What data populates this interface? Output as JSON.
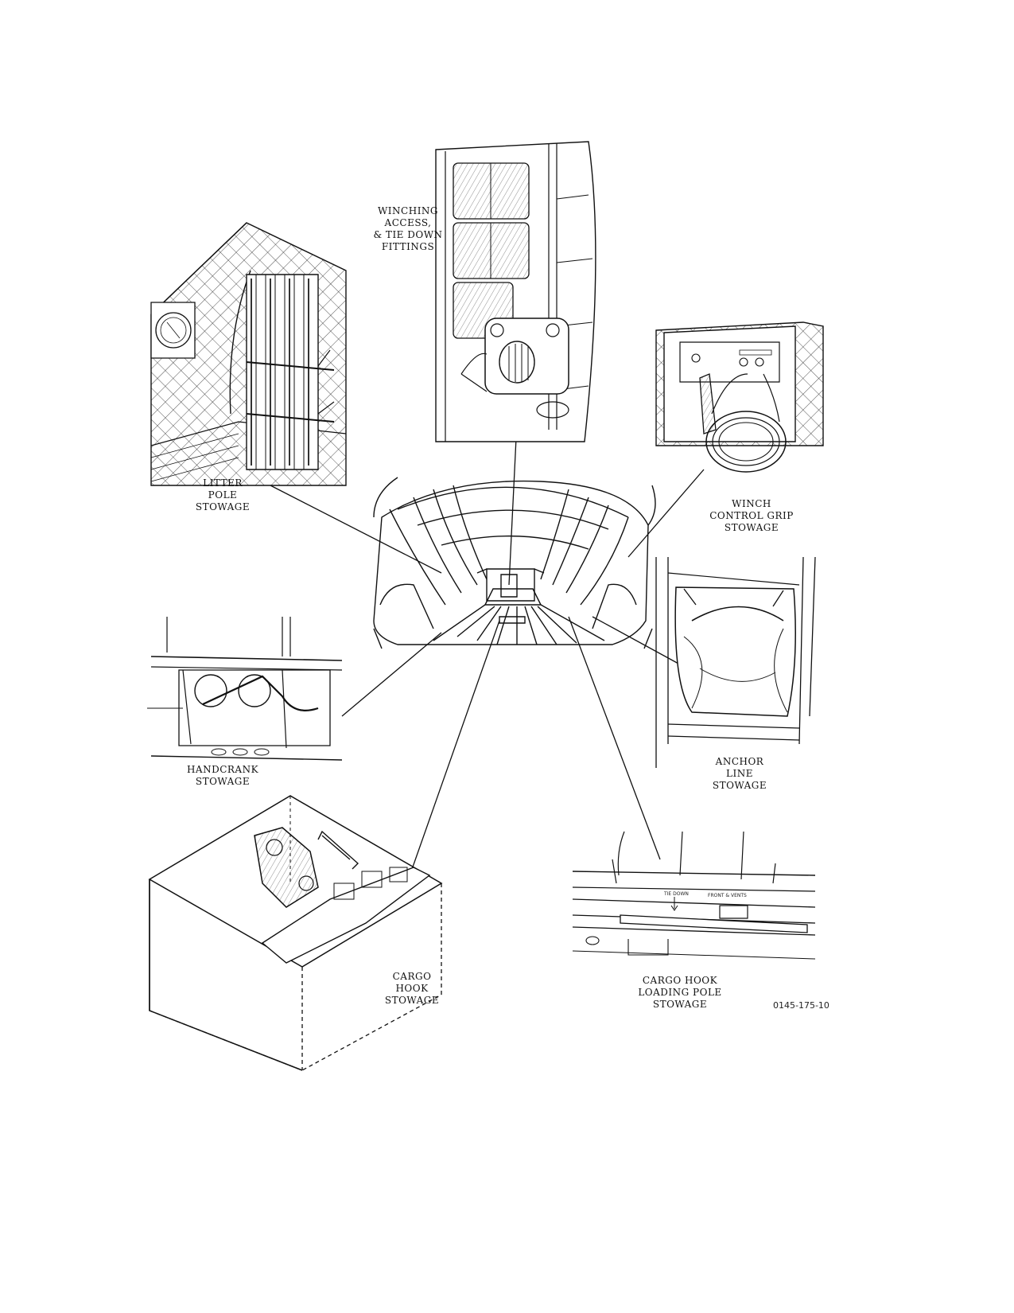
{
  "labels": {
    "winching": [
      "WINCHING",
      "ACCESS,",
      "& TIE DOWN",
      "FITTINGS"
    ],
    "litter": [
      "LITTER",
      "POLE",
      "STOWAGE"
    ],
    "winch_grip": [
      "WINCH",
      "CONTROL GRIP",
      "STOWAGE"
    ],
    "handcrank": [
      "HANDCRANK",
      "STOWAGE"
    ],
    "anchor": [
      "ANCHOR",
      "LINE",
      "STOWAGE"
    ],
    "cargo_hook": [
      "CARGO",
      "HOOK",
      "STOWAGE"
    ],
    "cargo_hook_pole": [
      "CARGO HOOK",
      "LOADING POLE",
      "STOWAGE"
    ]
  },
  "detail_text": {
    "small_left": "TIE DOWN",
    "small_right": "FRONT & VENTS"
  },
  "figure_number": "0145-175-10"
}
